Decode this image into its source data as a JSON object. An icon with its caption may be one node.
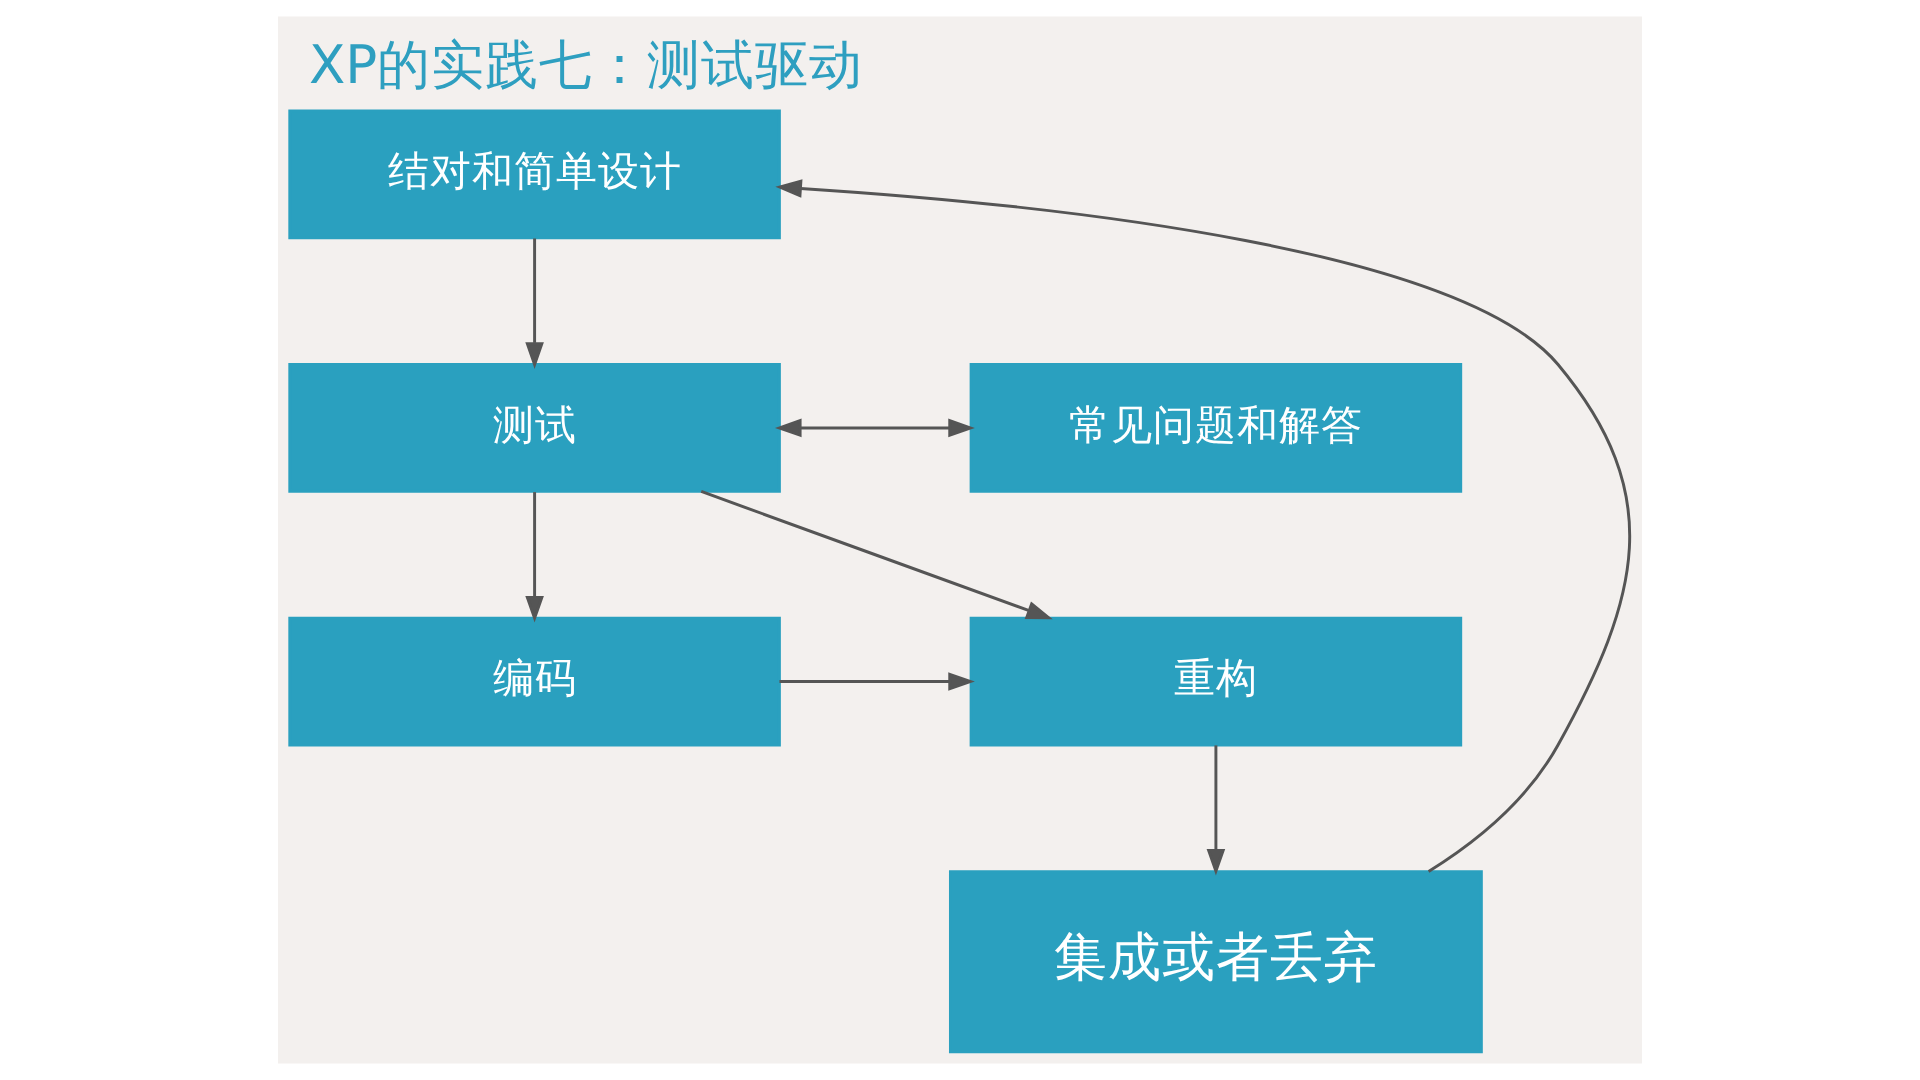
{
  "diagram": {
    "title": "XP的实践七：测试驱动",
    "nodes": [
      {
        "text": [
          "结对和简单设计"
        ]
      },
      {
        "text": [
          "测试"
        ]
      },
      {
        "text": [
          "常见问题和解答"
        ]
      },
      {
        "text": [
          "编码"
        ]
      },
      {
        "text": [
          "重构"
        ]
      },
      {
        "text": [
          "集成或者丢弃"
        ]
      }
    ],
    "edges": [
      {
        "from": 0,
        "to": 1,
        "arrow": "to"
      },
      {
        "from": 1,
        "to": 2,
        "arrow": "both"
      },
      {
        "from": 1,
        "to": 3,
        "arrow": "to"
      },
      {
        "from": 1,
        "to": 4,
        "arrow": "to"
      },
      {
        "from": 3,
        "to": 4,
        "arrow": "to"
      },
      {
        "from": 4,
        "to": 5,
        "arrow": "to"
      },
      {
        "from": 5,
        "to": 0,
        "arrow": "to"
      }
    ]
  }
}
